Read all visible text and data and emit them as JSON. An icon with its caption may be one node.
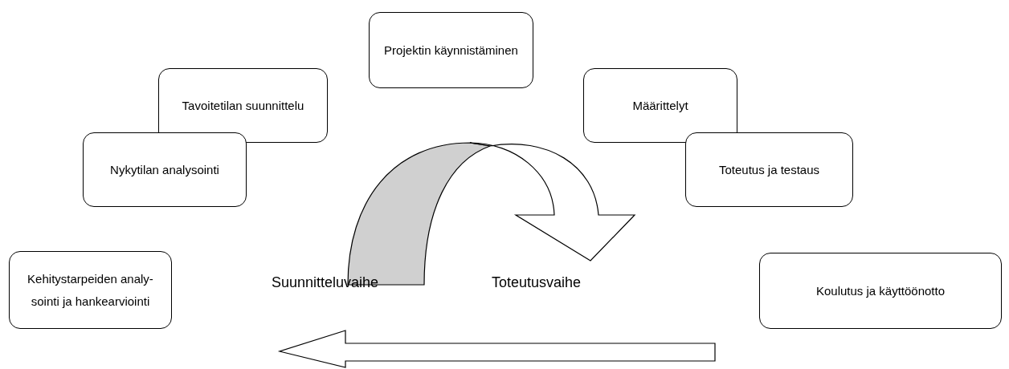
{
  "diagram": {
    "nodes": [
      {
        "text": [
          "Projektin käynnistäminen"
        ]
      },
      {
        "text": [
          "Tavoitetilan suunnittelu"
        ]
      },
      {
        "text": [
          "Määrittelyt"
        ]
      },
      {
        "text": [
          "Nykytilan analysointi"
        ]
      },
      {
        "text": [
          "Toteutus ja testaus"
        ]
      },
      {
        "text": [
          "Kehitystarpeiden analy- sointi ja hankearviointi"
        ]
      },
      {
        "text": [
          "Koulutus ja käyttöönotto"
        ]
      }
    ],
    "labels": [
      "Suunnitteluvaihe",
      "Toteutusvaihe"
    ]
  }
}
